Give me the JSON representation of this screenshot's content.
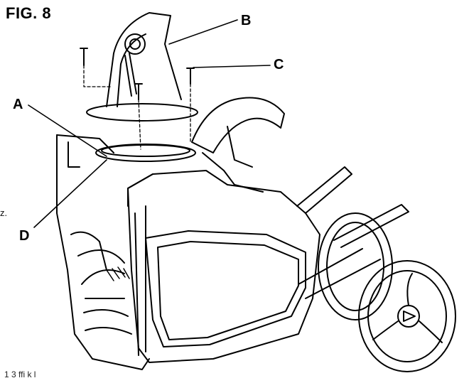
{
  "figure": {
    "title": "FIG. 8",
    "callouts": {
      "a": "A",
      "b": "B",
      "c": "C",
      "d": "D"
    },
    "edge_text": "z.",
    "footer_fragment": "1  3  ffi    k    l"
  }
}
